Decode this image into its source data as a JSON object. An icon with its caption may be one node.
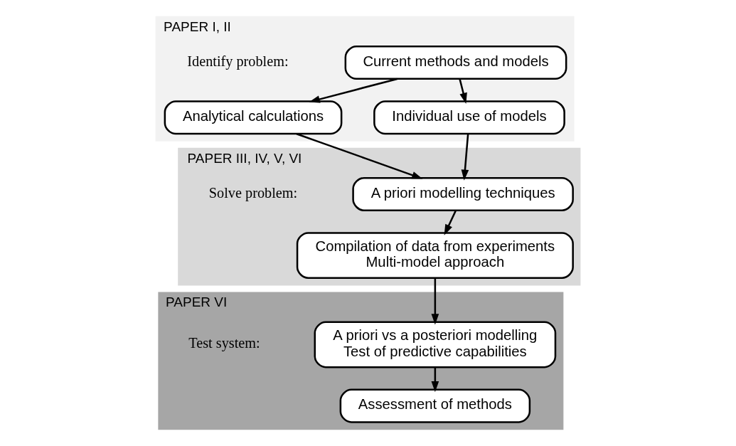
{
  "diagram": {
    "nodes": [
      {
        "text": [
          "PAPER I, II"
        ],
        "beside": [
          "Identify problem:"
        ]
      },
      {
        "text": [
          "Current methods and models"
        ],
        "in": 0
      },
      {
        "text": [
          "Analytical calculations"
        ],
        "in": 0
      },
      {
        "text": [
          "Individual use of models"
        ],
        "in": 0
      },
      {
        "text": [
          "PAPER III, IV, V, VI"
        ],
        "beside": [
          "Solve problem:"
        ]
      },
      {
        "text": [
          "A priori modelling techniques"
        ],
        "in": 4
      },
      {
        "text": [
          "Compilation of data from experiments",
          "Multi-model approach"
        ],
        "in": 4
      },
      {
        "text": [
          "PAPER VI"
        ],
        "beside": [
          "Test system:"
        ]
      },
      {
        "text": [
          "A priori vs a posteriori modelling",
          "Test of predictive capabilities"
        ],
        "in": 7
      },
      {
        "text": [
          "Assessment of methods"
        ],
        "in": 7
      }
    ],
    "edges": [
      {
        "from": 1,
        "to": 2,
        "arrow": "to"
      },
      {
        "from": 1,
        "to": 3,
        "arrow": "to"
      },
      {
        "from": 2,
        "to": 5,
        "arrow": "to"
      },
      {
        "from": 3,
        "to": 5,
        "arrow": "to"
      },
      {
        "from": 5,
        "to": 6,
        "arrow": "to"
      },
      {
        "from": 6,
        "to": 8,
        "arrow": "to"
      },
      {
        "from": 8,
        "to": 9,
        "arrow": "to"
      }
    ]
  }
}
